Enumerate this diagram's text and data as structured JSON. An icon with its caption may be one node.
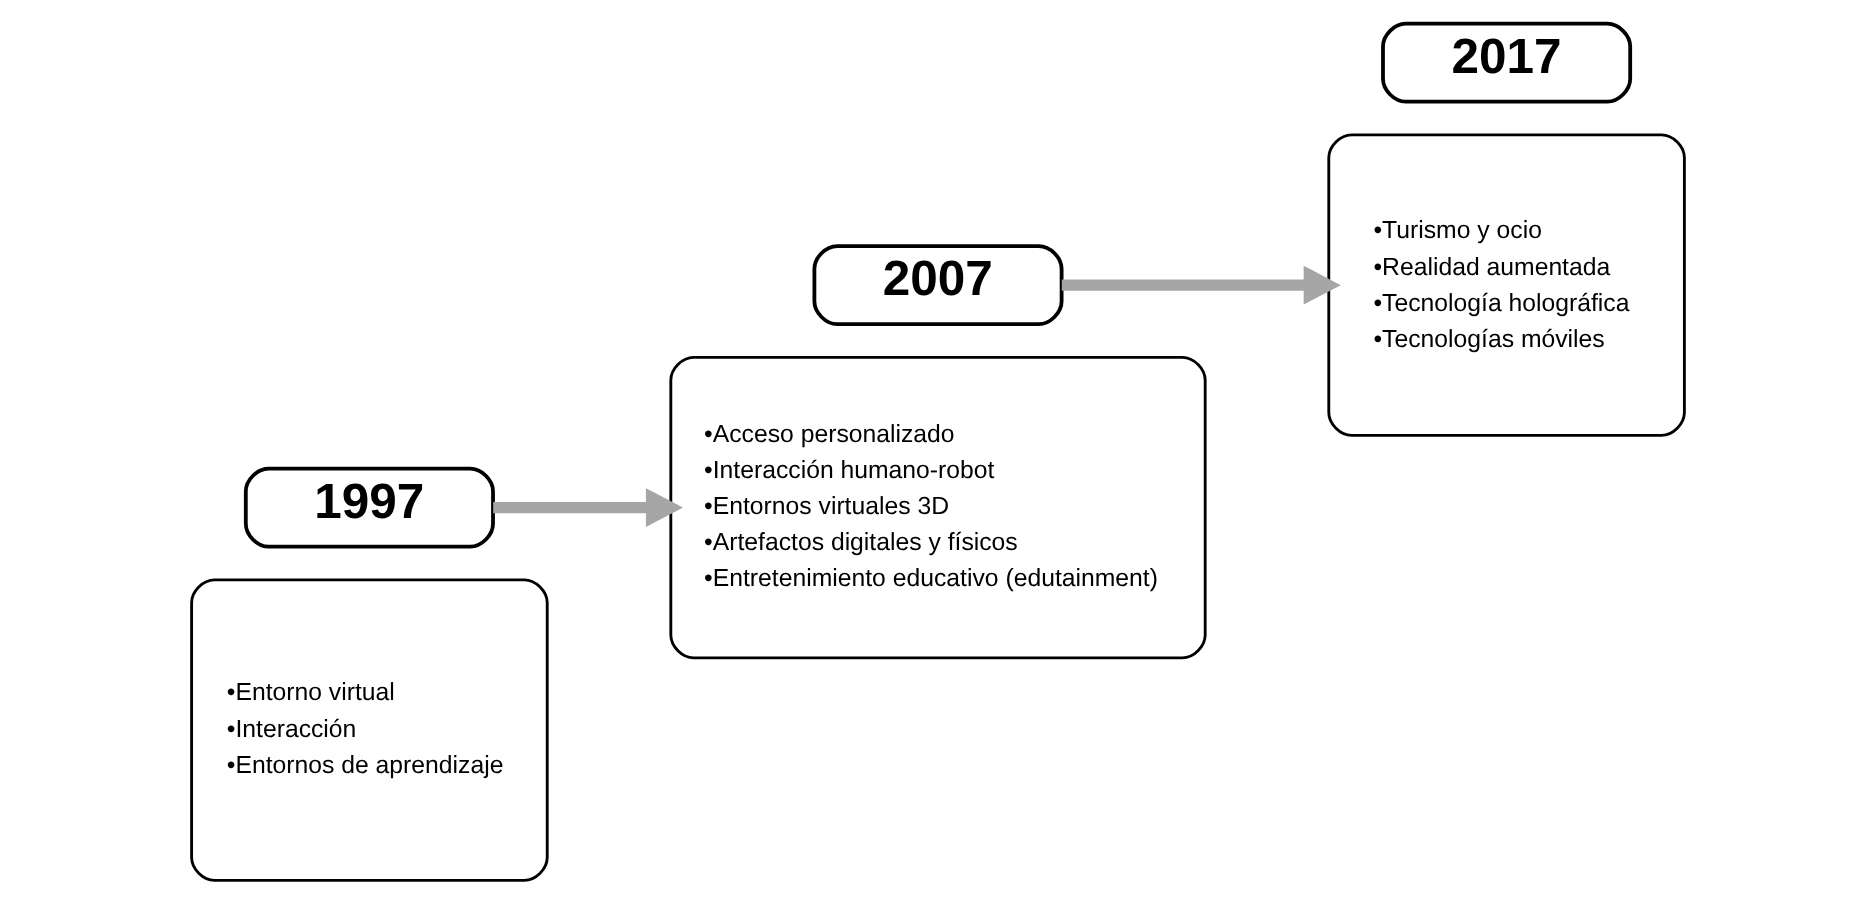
{
  "diagram": {
    "nodes": [
      {
        "text": [
          "•Entorno virtual",
          "•Interacción",
          "•Entornos de aprendizaje"
        ]
      },
      {
        "text": [
          "1997"
        ]
      },
      {
        "text": [
          "•Acceso personalizado",
          "•Interacción humano-robot",
          "•Entornos virtuales 3D",
          "•Artefactos digitales y físicos",
          "•Entretenimiento educativo (edutainment)"
        ]
      },
      {
        "text": [
          "2007"
        ]
      },
      {
        "text": [
          "•Turismo y ocio",
          "•Realidad aumentada",
          "•Tecnología holográfica",
          "•Tecnologías móviles"
        ]
      },
      {
        "text": [
          "2017"
        ]
      }
    ],
    "edges": [
      {
        "from": 1,
        "to": 2,
        "arrow": "to"
      },
      {
        "from": 3,
        "to": 4,
        "arrow": "to"
      }
    ]
  }
}
